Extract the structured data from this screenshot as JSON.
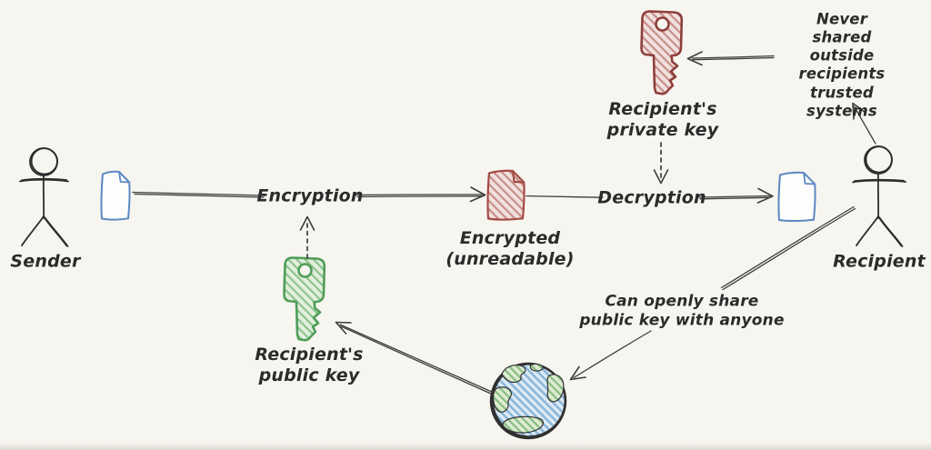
{
  "labels": {
    "sender": "Sender",
    "recipient": "Recipient",
    "encryption": "Encryption",
    "decryption": "Decryption",
    "encrypted_doc": "Encrypted\n(unreadable)",
    "private_key": "Recipient's\nprivate key",
    "public_key": "Recipient's\npublic key",
    "never_shared": "Never shared\noutside recipients\ntrusted systems",
    "open_share": "Can openly share\npublic key with anyone"
  },
  "colors": {
    "background": "#f7f5f0",
    "ink": "#3d3d3d",
    "figure_ink": "#2c2c2c",
    "text": "#2b2b2b",
    "doc_blue": "#5c88c4",
    "doc_red": "#a34b46",
    "key_red": "#8f3f3c",
    "key_green": "#4f9d58",
    "globe_outline": "#303030",
    "red_hatch_bg": "#f1e1de",
    "red_hatch_line": "#c68f8a",
    "green_hatch_bg": "#e3f0de",
    "green_hatch_line": "#8fc38c",
    "ocean_hatch_bg": "#ddeaf4",
    "ocean_hatch_line": "#85b4da",
    "land_hatch_bg": "#ddecd2",
    "land_hatch_line": "#8abc82"
  }
}
